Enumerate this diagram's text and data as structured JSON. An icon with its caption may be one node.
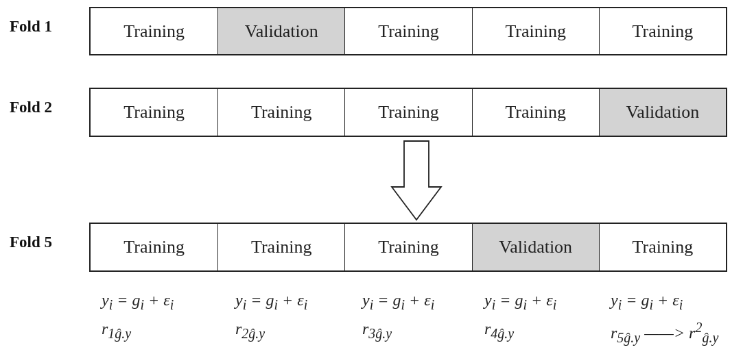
{
  "diagram": {
    "nodes": [
      {
        "text": [
          "Fold 1"
        ]
      },
      {
        "text": [
          "Training"
        ],
        "in": 0
      },
      {
        "text": [
          "Validation"
        ],
        "in": 0
      },
      {
        "text": [
          "Training"
        ],
        "in": 0
      },
      {
        "text": [
          "Training"
        ],
        "in": 0
      },
      {
        "text": [
          "Training"
        ],
        "in": 0
      },
      {
        "text": [
          "Fold 2"
        ]
      },
      {
        "text": [
          "Training"
        ],
        "in": 6
      },
      {
        "text": [
          "Training"
        ],
        "in": 6
      },
      {
        "text": [
          "Training"
        ],
        "in": 6
      },
      {
        "text": [
          "Training"
        ],
        "in": 6
      },
      {
        "text": [
          "Validation"
        ],
        "in": 6
      },
      {
        "text": [
          "Fold 5"
        ]
      },
      {
        "text": [
          "Training"
        ],
        "in": 12
      },
      {
        "text": [
          "Training"
        ],
        "in": 12
      },
      {
        "text": [
          "Training"
        ],
        "in": 12
      },
      {
        "text": [
          "Validation"
        ],
        "in": 12
      },
      {
        "text": [
          "Training"
        ],
        "in": 12
      }
    ],
    "edges": [
      {
        "from": 6,
        "to": 12,
        "arrow": "to"
      }
    ],
    "labels": [
      "y$_{i}$ = g$_{i}$ + ε$_{i}$",
      "y$_{i}$ = g$_{i}$ + ε$_{i}$",
      "y$_{i}$ = g$_{i}$ + ε$_{i}$",
      "y$_{i}$ = g$_{i}$ + ε$_{i}$",
      "y$_{i}$ = g$_{i}$ + ε$_{i}$",
      "r$_{1ĝ.y}$",
      "r$_{2ĝ.y}$",
      "r$_{3ĝ.y}$",
      "r$_{4ĝ.y}$",
      "r$_{5ĝ.y}$ ——> r$^{2}$$_{ĝ.y}$"
    ]
  }
}
